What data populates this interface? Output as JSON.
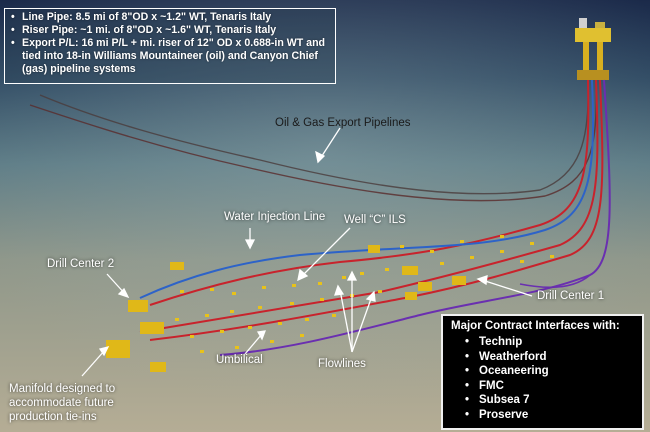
{
  "colors": {
    "sky_top": "#1b2a4a",
    "sea_far": "#3e5f72",
    "seabed_near": "#b5ad95",
    "pipeline_red": "#c8232c",
    "pipeline_blue": "#2d63c8",
    "umbilical_purple": "#6a2fb0",
    "equipment_yellow": "#e8c21a"
  },
  "specs": [
    "Line Pipe: 8.5 mi of 8\"OD x ~1.2\" WT, Tenaris Italy",
    "Riser Pipe: ~1 mi. of 8\"OD x ~1.6\" WT, Tenaris Italy",
    "Export P/L: 16 mi P/L + mi. riser of 12\" OD x 0.688-in WT and tied into 18-in Williams Mountaineer (oil) and Canyon Chief (gas) pipeline systems"
  ],
  "labels": {
    "export_pipelines": "Oil & Gas Export Pipelines",
    "water_injection": "Water Injection Line",
    "well_c": "Well “C” ILS",
    "drill_center_2": "Drill Center 2",
    "drill_center_1": "Drill Center 1",
    "flowlines": "Flowlines",
    "umbilical": "Umbilical",
    "manifold_line1": "Manifold designed to",
    "manifold_line2": "accommodate future",
    "manifold_line3": "production tie-ins"
  },
  "contracts": {
    "title": "Major Contract Interfaces with:",
    "items": [
      "Technip",
      "Weatherford",
      "Oceaneering",
      "FMC",
      "Subsea 7",
      "Proserve"
    ]
  }
}
